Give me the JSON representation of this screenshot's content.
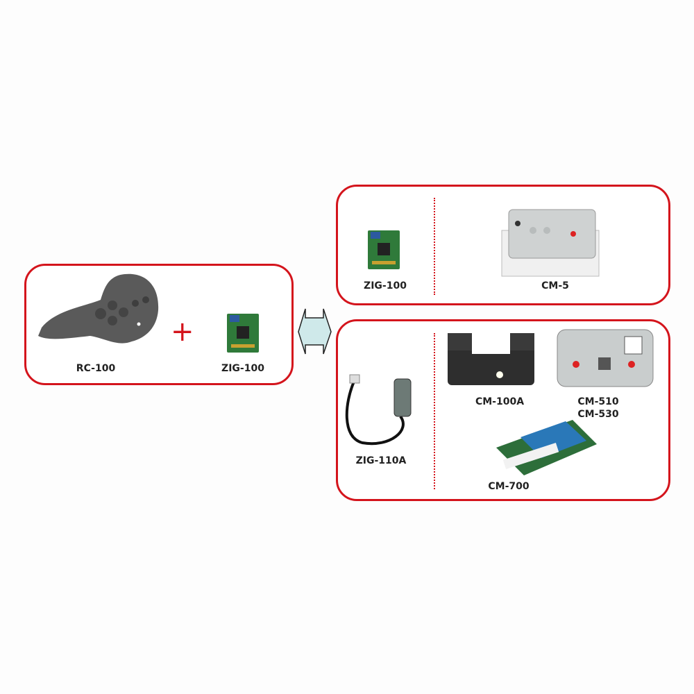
{
  "left_group": {
    "controller_label": "RC-100",
    "plus": "+",
    "module_label": "ZIG-100"
  },
  "top_right_group": {
    "module_label": "ZIG-100",
    "controller_label": "CM-5"
  },
  "bottom_right_group": {
    "module_label": "ZIG-110A",
    "controllers": [
      "CM-100A",
      "CM-510",
      "CM-530",
      "CM-700"
    ]
  },
  "colors": {
    "border": "#d4141c",
    "arrow": "#cfe9ea"
  }
}
